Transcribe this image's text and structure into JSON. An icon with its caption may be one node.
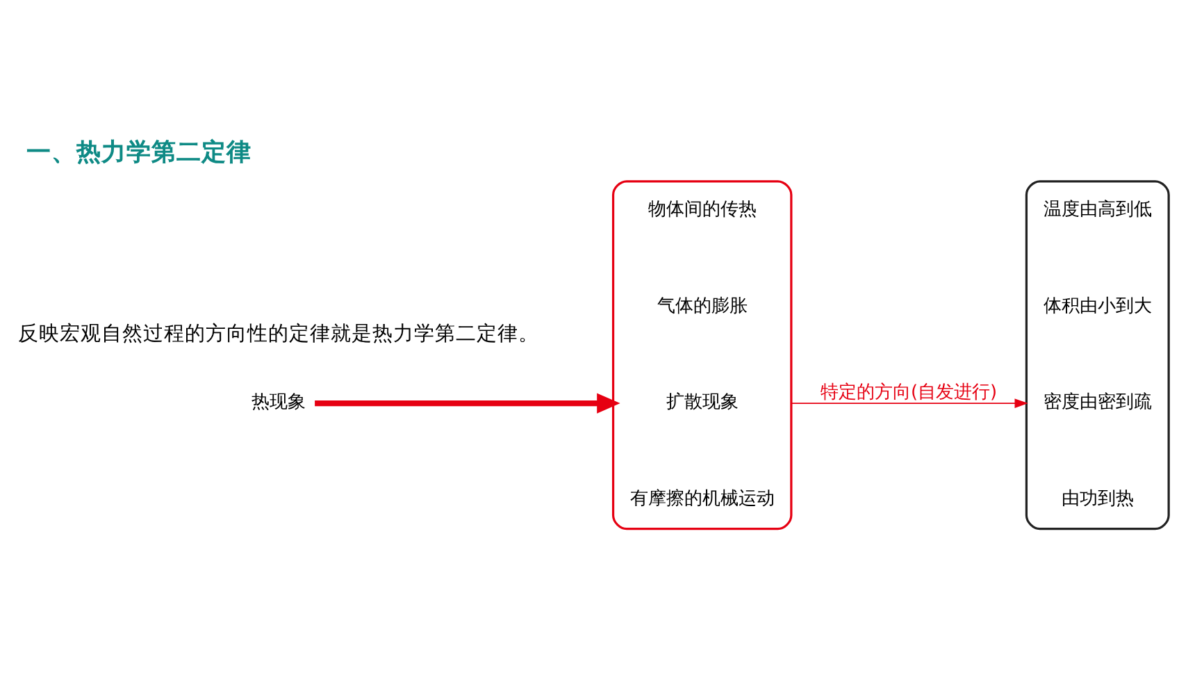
{
  "diagram": {
    "title": "一、热力学第二定律",
    "caption": "反映宏观自然过程的方向性的定律就是热力学第二定律。",
    "nodes": [
      {
        "text": [
          "热现象"
        ]
      },
      {
        "text": [],
        "shape": "brace"
      },
      {
        "text": [
          "物体间的传热"
        ],
        "in": 1
      },
      {
        "text": [
          "气体的膨胀"
        ],
        "in": 1
      },
      {
        "text": [
          "扩散现象"
        ],
        "in": 1
      },
      {
        "text": [
          "有摩擦的机械运动"
        ],
        "in": 1
      },
      {
        "text": [],
        "shape": "brace"
      },
      {
        "text": [
          "温度由高到低"
        ],
        "in": 6
      },
      {
        "text": [
          "体积由小到大"
        ],
        "in": 6
      },
      {
        "text": [
          "密度由密到疏"
        ],
        "in": 6
      },
      {
        "text": [
          "由功到热"
        ],
        "in": 6
      }
    ],
    "edges": [
      {
        "from": 0,
        "to": 1,
        "arrow": "to",
        "style": "thick",
        "color": "#e60012"
      },
      {
        "from": 1,
        "to": 6,
        "arrow": "to",
        "label": "特定的方向(自发进行)",
        "color": "#e60012"
      }
    ]
  }
}
